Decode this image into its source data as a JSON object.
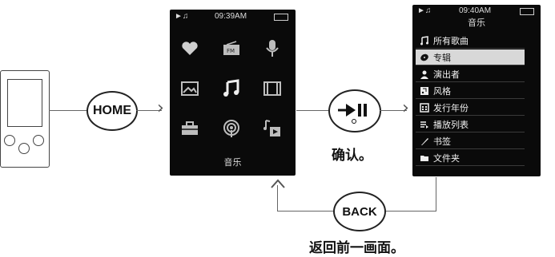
{
  "buttons": {
    "home_label": "HOME",
    "back_label": "BACK"
  },
  "screen1": {
    "time": "09:39AM",
    "selected_label": "音乐",
    "icons": [
      "favorites-icon",
      "fm-radio-icon",
      "microphone-icon",
      "photo-icon",
      "music-note-icon",
      "video-film-icon",
      "toolbox-icon",
      "podcast-icon",
      "music-video-icon"
    ]
  },
  "screen2": {
    "time": "09:40AM",
    "title": "音乐",
    "items": [
      {
        "label": "所有歌曲",
        "icon": "music-note-icon"
      },
      {
        "label": "专辑",
        "icon": "album-disc-icon"
      },
      {
        "label": "演出者",
        "icon": "person-icon"
      },
      {
        "label": "风格",
        "icon": "genre-icon"
      },
      {
        "label": "发行年份",
        "icon": "calendar-icon"
      },
      {
        "label": "播放列表",
        "icon": "playlist-icon"
      },
      {
        "label": "书签",
        "icon": "bookmark-icon"
      },
      {
        "label": "文件夹",
        "icon": "folder-icon"
      }
    ]
  },
  "captions": {
    "confirm": "确认。",
    "back_prev": "返回前一画面。"
  }
}
